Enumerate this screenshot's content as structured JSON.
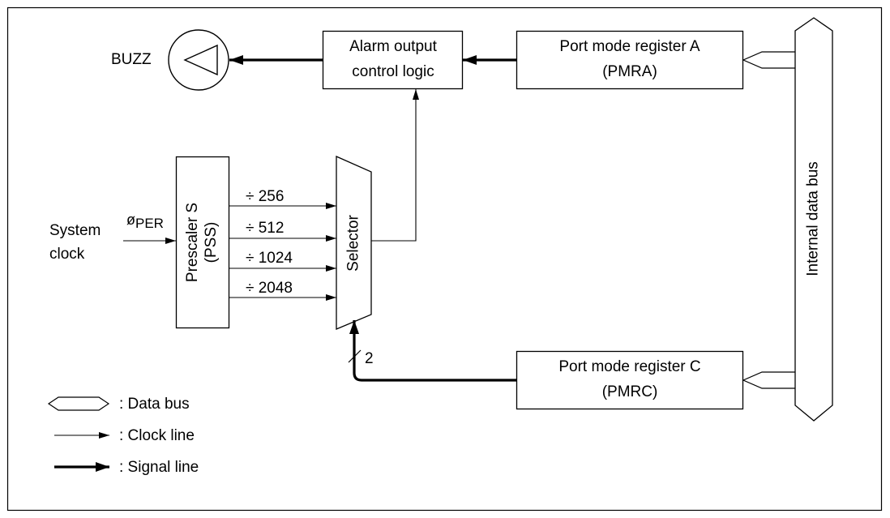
{
  "buzz": {
    "label": "BUZZ"
  },
  "alarm": {
    "line1": "Alarm output",
    "line2": "control logic"
  },
  "pmra": {
    "line1": "Port mode register A",
    "line2": "(PMRA)"
  },
  "pmrc": {
    "line1": "Port mode register C",
    "line2": "(PMRC)"
  },
  "prescaler": {
    "line1": "Prescaler S",
    "line2": "(PSS)"
  },
  "selector": {
    "label": "Selector"
  },
  "bus": {
    "label": "Internal data bus"
  },
  "system_clock": {
    "line1": "System",
    "line2": "clock"
  },
  "phi": {
    "symbol": "ø",
    "sub": "PER"
  },
  "dividers": [
    "÷ 256",
    "÷ 512",
    "÷ 1024",
    "÷ 2048"
  ],
  "bus_width": "2",
  "legend": {
    "data_bus": ": Data bus",
    "clock_line": ": Clock line",
    "signal_line": ": Signal line"
  }
}
